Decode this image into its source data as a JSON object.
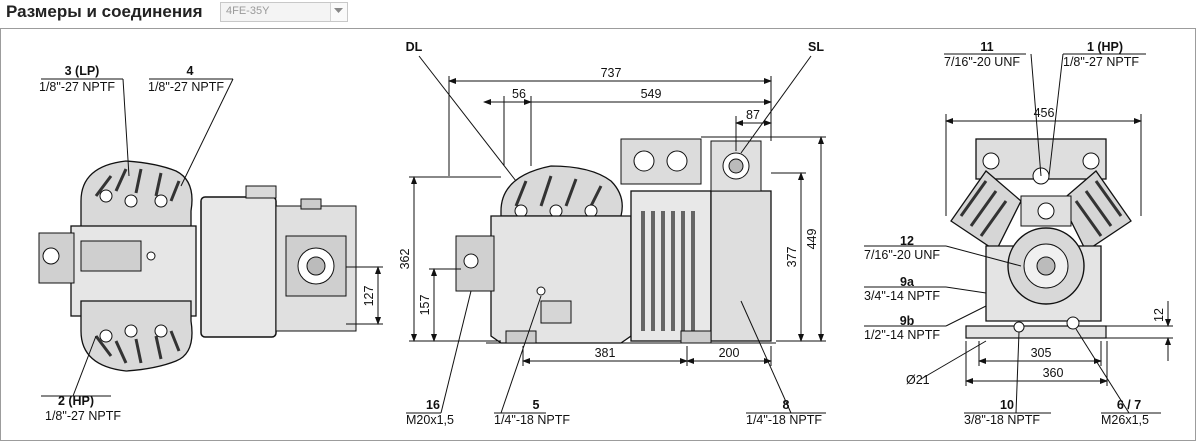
{
  "header": {
    "title": "Размеры и соединения",
    "model_select": {
      "value": "4FE-35Y"
    }
  },
  "left_view": {
    "callouts": [
      {
        "number": "3 (LP)",
        "spec": "1/8\"-27 NPTF"
      },
      {
        "number": "4",
        "spec": "1/8\"-27 NPTF"
      },
      {
        "number": "2 (HP)",
        "spec": "1/8\"-27 NPTF"
      }
    ],
    "dimension": "127"
  },
  "middle_view": {
    "labels": {
      "dl": "DL",
      "sl": "SL"
    },
    "dimensions": {
      "overall_length": "737",
      "d56": "56",
      "d549": "549",
      "d87": "87",
      "d362": "362",
      "d157": "157",
      "d377": "377",
      "d449": "449",
      "d381": "381",
      "d200": "200"
    },
    "callouts": [
      {
        "number": "16",
        "spec": "M20x1,5"
      },
      {
        "number": "5",
        "spec": "1/4\"-18 NPTF"
      },
      {
        "number": "8",
        "spec": "1/4\"-18 NPTF"
      }
    ]
  },
  "right_view": {
    "callouts_top": [
      {
        "number": "11",
        "spec": "7/16\"-20 UNF"
      },
      {
        "number": "1 (HP)",
        "spec": "1/8\"-27 NPTF"
      }
    ],
    "callouts_side": [
      {
        "number": "12",
        "spec": "7/16\"-20 UNF"
      },
      {
        "number": "9a",
        "spec": "3/4\"-14 NPTF"
      },
      {
        "number": "9b",
        "spec": "1/2\"-14 NPTF"
      }
    ],
    "callouts_bottom": [
      {
        "number": "10",
        "spec": "3/8\"-18 NPTF"
      },
      {
        "number": "6 / 7",
        "spec": "M26x1,5"
      }
    ],
    "dimensions": {
      "width_top": "456",
      "d305": "305",
      "d360": "360",
      "d12": "12",
      "hole": "Ø21"
    }
  }
}
